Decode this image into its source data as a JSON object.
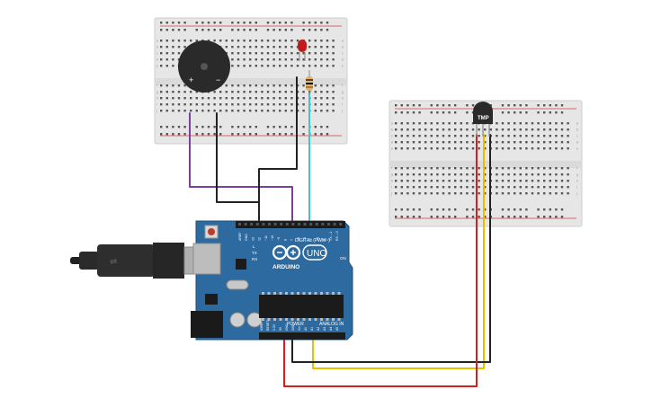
{
  "board": {
    "logo_text": "ARDUINO",
    "uno_badge": "UNO",
    "digital_label": "DIGITAL (PWM~)",
    "power_label": "POWER",
    "analog_label": "ANALOG IN",
    "led_label": "ON",
    "tx_label": "TX",
    "rx_label": "RX",
    "l_label": "L",
    "digital_pins": [
      "AREF",
      "GND",
      "13",
      "12",
      "~11",
      "~10",
      "~9",
      "8",
      "7",
      "~6",
      "~5",
      "4",
      "~3",
      "2",
      "TX→1",
      "RX←0"
    ],
    "power_pins": [
      "IOREF",
      "RESET",
      "3.3V",
      "5V",
      "GND",
      "GND",
      "Vin"
    ],
    "analog_pins": [
      "A0",
      "A1",
      "A2",
      "A3",
      "A4",
      "A5"
    ]
  },
  "sensor": {
    "label": "TMP"
  },
  "breadboard_rows": [
    "a",
    "b",
    "c",
    "d",
    "e",
    "f",
    "g",
    "h",
    "i",
    "j"
  ],
  "buzzer": {
    "plus": "+",
    "minus": "−"
  },
  "colors": {
    "board": "#2d6a9f",
    "board_dark": "#1f4f7a",
    "wire_black": "#222222",
    "wire_red": "#d02020",
    "wire_yellow": "#e8c000",
    "wire_purple": "#7b3fa0",
    "wire_cyan": "#3cc6d0",
    "led": "#c21a1a",
    "breadboard": "#e6e6e6"
  }
}
